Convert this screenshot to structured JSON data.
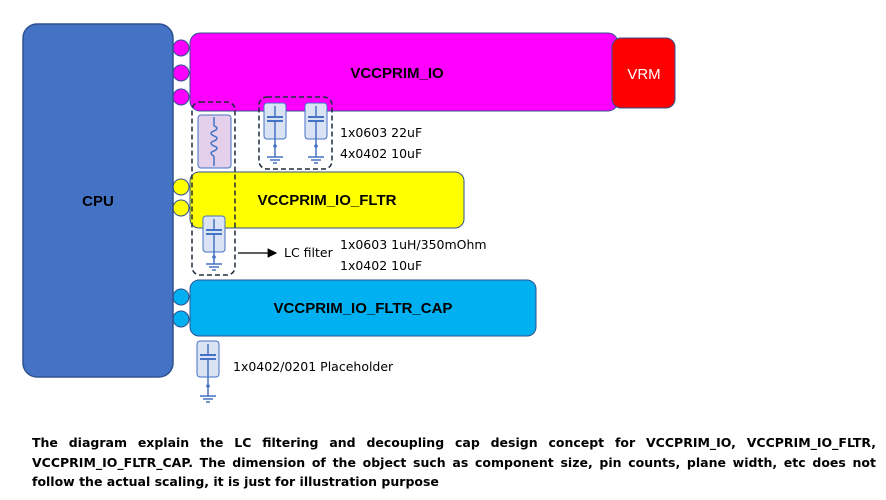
{
  "blocks": {
    "cpu": "CPU",
    "vrm": "VRM",
    "vccprim_io": "VCCPRIM_IO",
    "vccprim_io_fltr": "VCCPRIM_IO_FLTR",
    "vccprim_io_fltr_cap": "VCCPRIM_IO_FLTR_CAP"
  },
  "annotations": {
    "io_caps_line1": "1x0603 22uF",
    "io_caps_line2": "4x0402 10uF",
    "lc_filter": "LC filter",
    "lc_line1": "1x0603 1uH/350mOhm",
    "lc_line2": "1x0402 10uF",
    "placeholder": "1x0402/0201 Placeholder"
  },
  "caption": "The diagram explain the LC filtering and decoupling cap design concept for VCCPRIM_IO, VCCPRIM_IO_FLTR, VCCPRIM_IO_FLTR_CAP. The dimension of the object such as component size, pin counts, plane width, etc does not follow the actual scaling, it is just for illustration purpose",
  "colors": {
    "cpu": "#4472C4",
    "vccprim_io": "#FF00FF",
    "vrm": "#FF0000",
    "vccprim_io_fltr": "#FFFF00",
    "vccprim_io_fltr_cap": "#00B0F0",
    "component_fill": "#DAE3F3",
    "inductor_fill": "#E4D0EA"
  }
}
